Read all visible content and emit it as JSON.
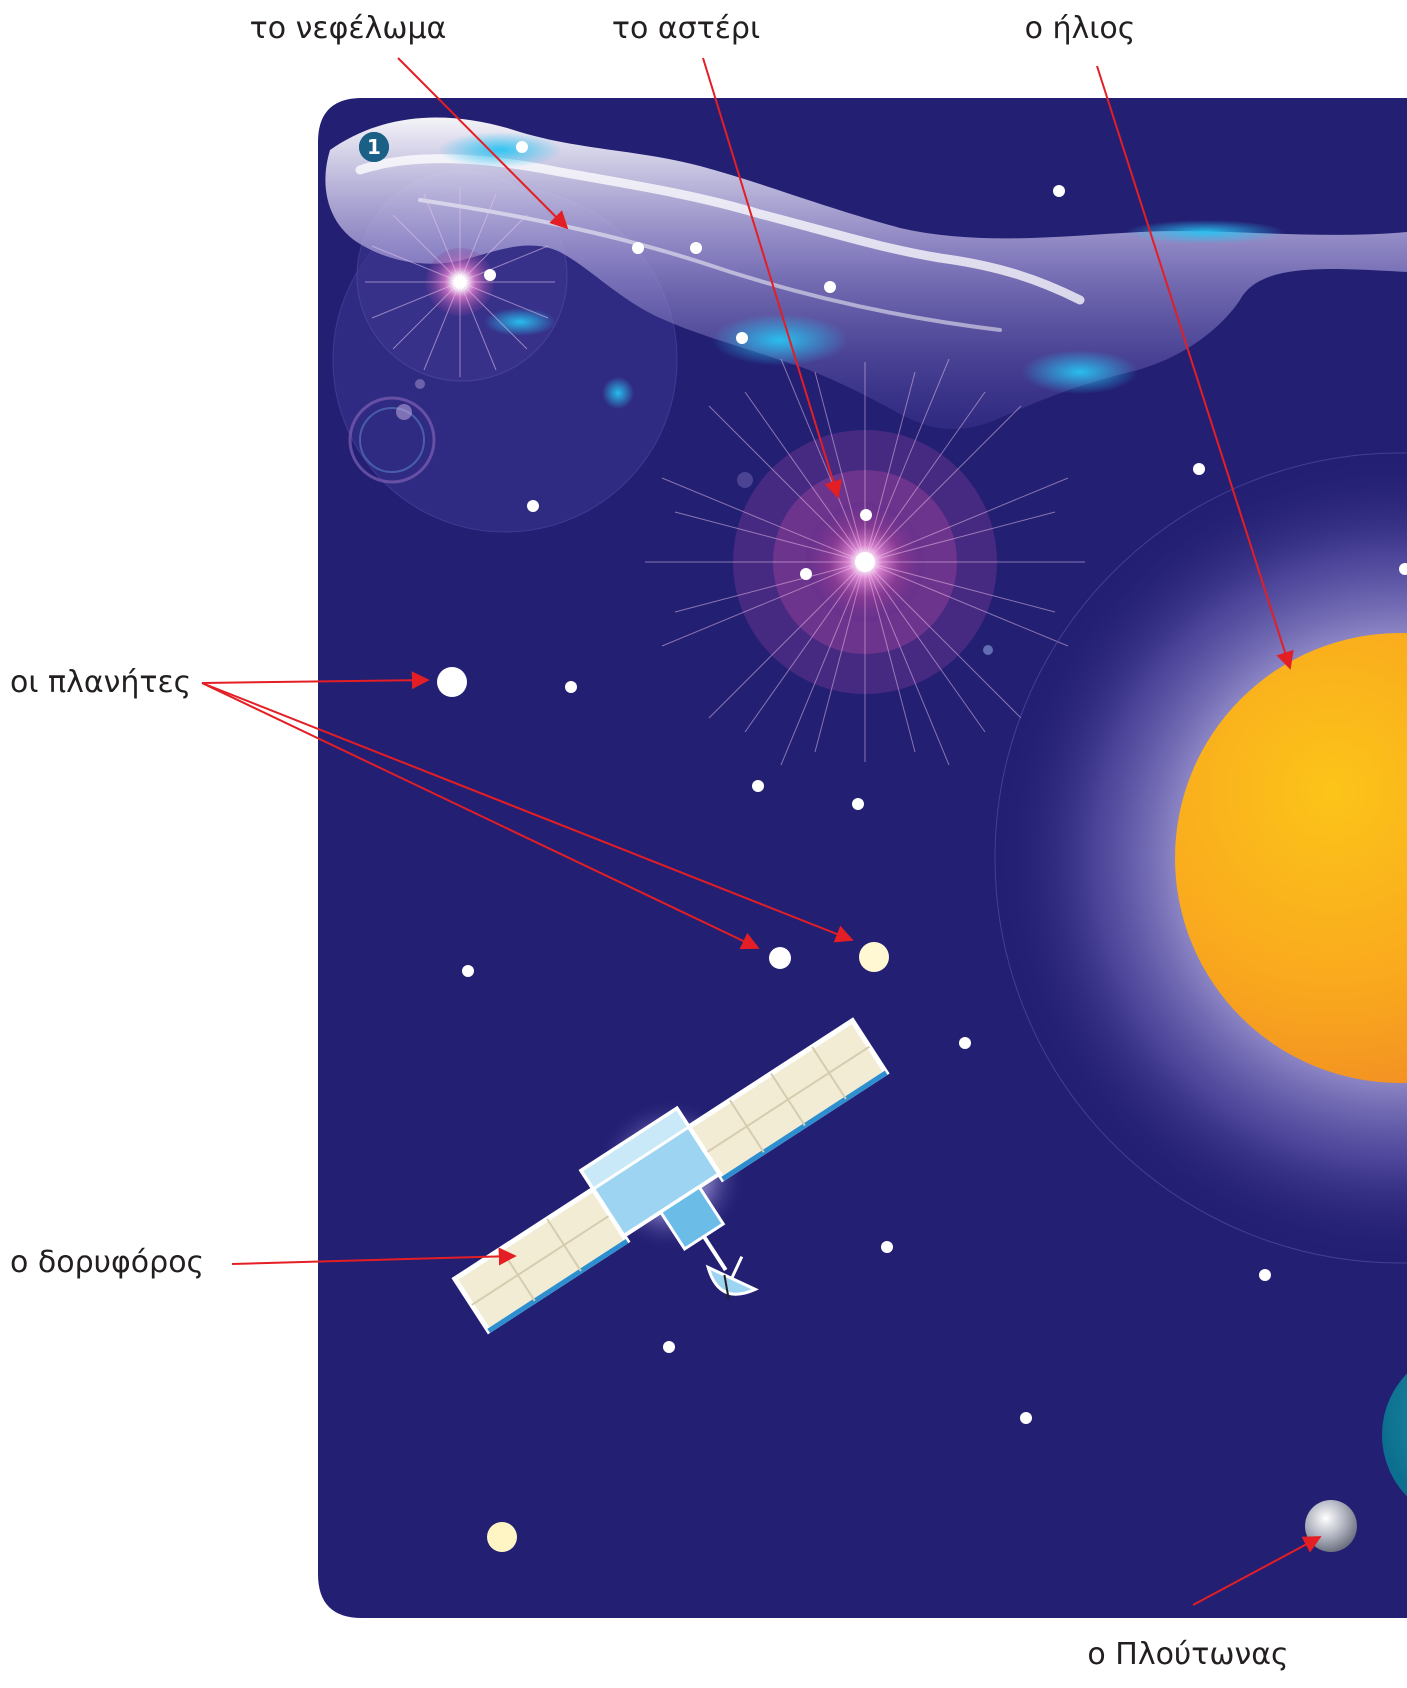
{
  "labels": {
    "nebula": "το νεφέλωμα",
    "star": "το αστέρι",
    "sun": "ο ήλιος",
    "planets": "οι πλανήτες",
    "satellite": "ο δορυφόρος",
    "pluto": "ο Πλούτωνας"
  },
  "page_badge": "1",
  "colors": {
    "space": "#231f73",
    "label_text": "#231f20",
    "arrow": "#e31e24",
    "sun_core": "#f7a21b",
    "badge": "#1a5f86"
  }
}
